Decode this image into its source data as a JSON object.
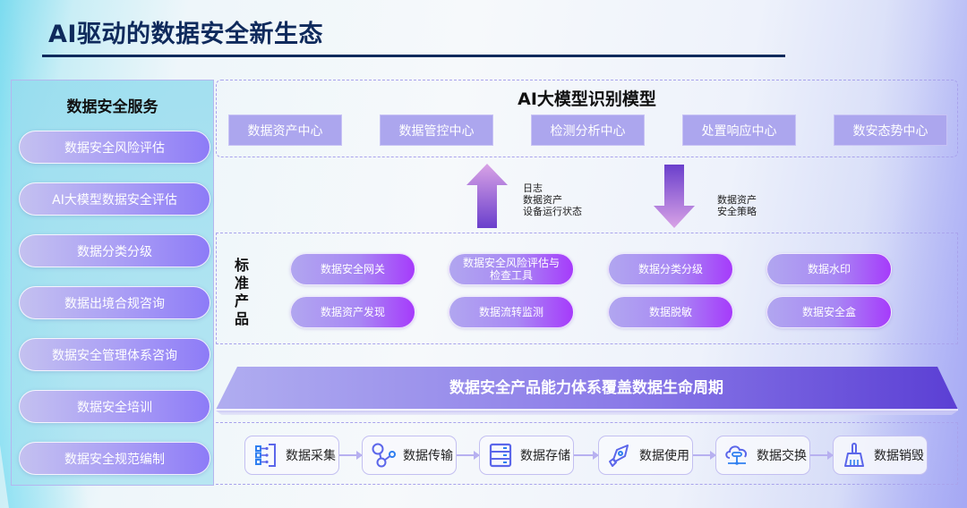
{
  "page": {
    "title": "AI驱动的数据安全新生态"
  },
  "services": {
    "title": "数据安全服务",
    "items": [
      "数据安全风险评估",
      "AI大模型数据安全评估",
      "数据分类分级",
      "数据出境合规咨询",
      "数据安全管理体系咨询",
      "数据安全培训",
      "数据安全规范编制"
    ]
  },
  "ai_model": {
    "title": "AI大模型识别模型",
    "centers": [
      "数据资产中心",
      "数据管控中心",
      "检测分析中心",
      "处置响应中心",
      "数安态势中心"
    ]
  },
  "flows": {
    "up": {
      "direction": "up",
      "lines": [
        "日志",
        "数据资产",
        "设备运行状态"
      ]
    },
    "down": {
      "direction": "down",
      "lines": [
        "数据资产",
        "安全策略"
      ]
    }
  },
  "products": {
    "label": "标准产品",
    "items": [
      "数据安全网关",
      "数据安全风险评估与检查工具",
      "数据分类分级",
      "数据水印",
      "数据资产发现",
      "数据流转监测",
      "数据脱敏",
      "数据安全盒"
    ]
  },
  "banner": {
    "text": "数据安全产品能力体系覆盖数据生命周期"
  },
  "lifecycle": {
    "steps": [
      {
        "label": "数据采集",
        "icon": "collection-tree-icon"
      },
      {
        "label": "数据传输",
        "icon": "transfer-nodes-icon"
      },
      {
        "label": "数据存储",
        "icon": "storage-server-icon"
      },
      {
        "label": "数据使用",
        "icon": "pen-nib-icon"
      },
      {
        "label": "数据交换",
        "icon": "cloud-exchange-icon"
      },
      {
        "label": "数据销毁",
        "icon": "broom-icon"
      }
    ]
  },
  "colors": {
    "title": "#0f2a5c",
    "accent_purple": "#a63bfb",
    "center_box": "#aca6ee",
    "icon_blue": "#2f7ff0",
    "icon_indigo": "#5b66ea"
  }
}
